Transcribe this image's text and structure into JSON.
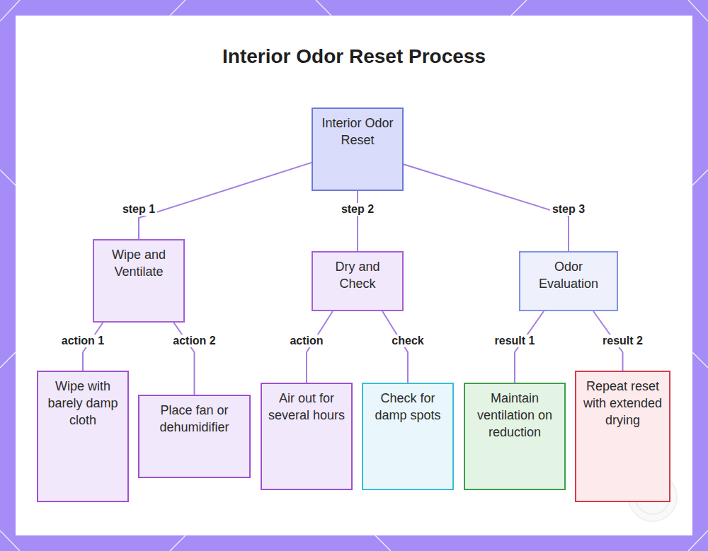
{
  "diagram": {
    "title": "Interior Odor Reset Process",
    "nodes": [
      {
        "text": [
          "Interior Odor Reset"
        ]
      },
      {
        "text": [
          "Wipe and Ventilate"
        ]
      },
      {
        "text": [
          "Dry and Check"
        ]
      },
      {
        "text": [
          "Odor Evaluation"
        ]
      },
      {
        "text": [
          "Wipe with barely damp cloth"
        ]
      },
      {
        "text": [
          "Place fan or dehumidifier"
        ]
      },
      {
        "text": [
          "Air out for several hours"
        ]
      },
      {
        "text": [
          "Check for damp spots"
        ]
      },
      {
        "text": [
          "Maintain ventilation on reduction"
        ]
      },
      {
        "text": [
          "Repeat reset with extended drying"
        ]
      }
    ],
    "edges": [
      {
        "from": 0,
        "to": 1,
        "label": "step 1",
        "arrow": "none"
      },
      {
        "from": 0,
        "to": 2,
        "label": "step 2",
        "arrow": "none"
      },
      {
        "from": 0,
        "to": 3,
        "label": "step 3",
        "arrow": "none"
      },
      {
        "from": 1,
        "to": 4,
        "label": "action 1",
        "arrow": "none"
      },
      {
        "from": 1,
        "to": 5,
        "label": "action 2",
        "arrow": "none"
      },
      {
        "from": 2,
        "to": 6,
        "label": "action",
        "arrow": "none"
      },
      {
        "from": 2,
        "to": 7,
        "label": "check",
        "arrow": "none"
      },
      {
        "from": 3,
        "to": 8,
        "label": "result 1",
        "arrow": "none"
      },
      {
        "from": 3,
        "to": 9,
        "label": "result 2",
        "arrow": "none"
      }
    ]
  }
}
